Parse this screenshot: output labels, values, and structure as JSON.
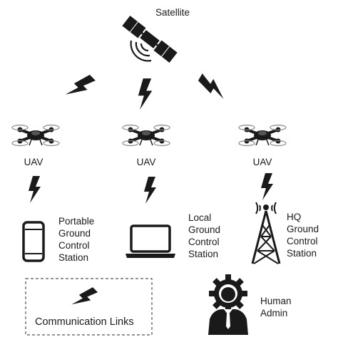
{
  "nodes": {
    "satellite": {
      "label": "Satellite"
    },
    "uav_left": {
      "label": "UAV"
    },
    "uav_center": {
      "label": "UAV"
    },
    "uav_right": {
      "label": "UAV"
    },
    "portable_station": {
      "label": "Portable\nGround\nControl\nStation"
    },
    "local_station": {
      "label": "Local\nGround\nControl\nStation"
    },
    "hq_station": {
      "label": "HQ\nGround\nControl\nStation"
    },
    "human_admin": {
      "label": "Human\nAdmin"
    }
  },
  "legend": {
    "label": "Communication Links"
  },
  "icons": {
    "satellite": "satellite-icon",
    "uav": "drone-icon",
    "portable": "smartphone-icon",
    "local": "laptop-icon",
    "hq": "radio-tower-icon",
    "admin": "admin-gear-person-icon",
    "link": "lightning-bolt-icon"
  },
  "colors": {
    "ink": "#1a1a1a"
  }
}
